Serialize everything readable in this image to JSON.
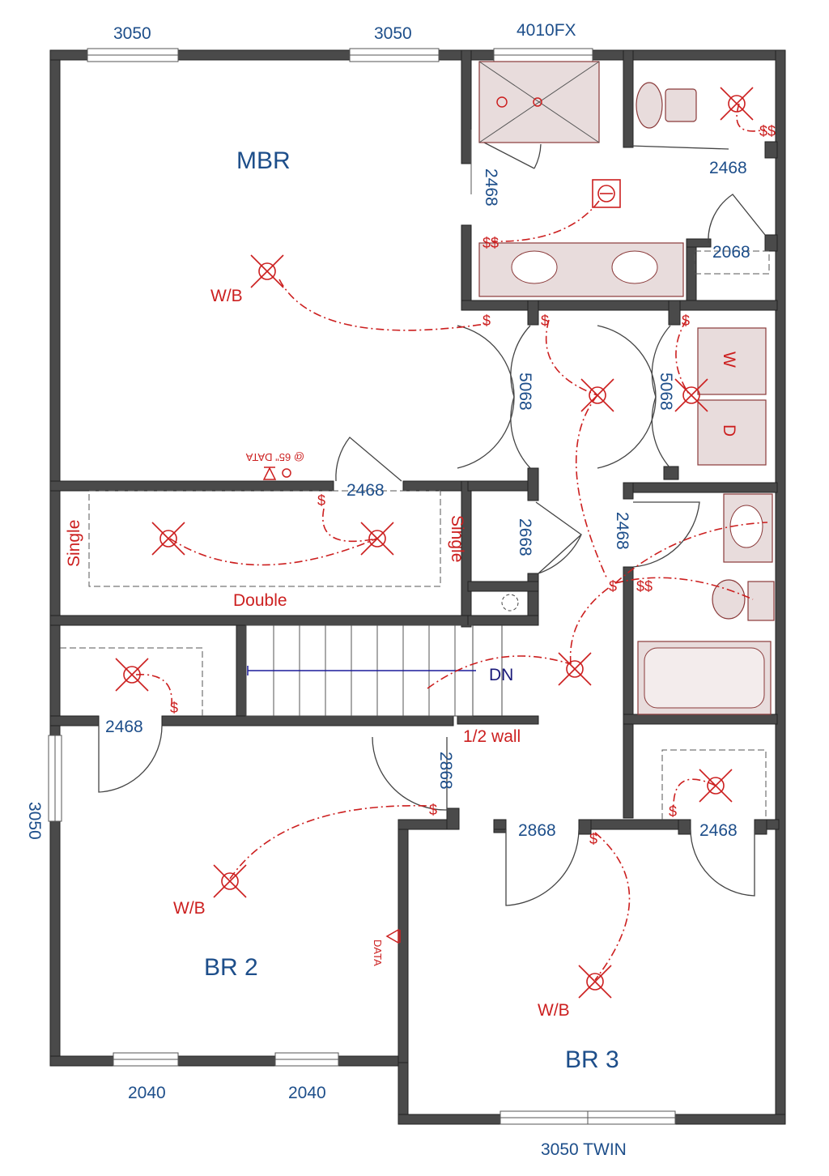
{
  "rooms": {
    "mbr": "MBR",
    "br2": "BR 2",
    "br3": "BR 3"
  },
  "windows": {
    "top_left": "3050",
    "top_mid": "3050",
    "top_bath": "4010FX",
    "left_br2": "3050",
    "bottom_left": "2040",
    "bottom_mid": "2040",
    "bottom_br3": "3050 TWIN"
  },
  "doors": {
    "shower": "2468",
    "wc": "2468",
    "bath_linen": "2068",
    "mbr_closet_left": "5068",
    "laundry": "5068",
    "mbr_closet_walkin": "2468",
    "linen_hall": "2668",
    "hall_bath": "2468",
    "br2_closet": "2468",
    "br2_entry": "2868",
    "br3_entry": "2868",
    "br3_closet": "2468"
  },
  "annotations": {
    "wb_mbr": "W/B",
    "wb_br2": "W/B",
    "wb_br3": "W/B",
    "closet_single_left": "Single",
    "closet_single_right": "Single",
    "closet_double": "Double",
    "stair_dn": "DN",
    "half_wall": "1/2 wall",
    "data_mbr": "@ 65\" DATA",
    "data_br2": "DATA",
    "laundry_w": "W",
    "laundry_d": "D"
  },
  "colors": {
    "wall": "#4a4a4a",
    "electrical": "#cc1f1f",
    "label": "#1d4e8a",
    "stair_dn": "#1a1a7a"
  }
}
